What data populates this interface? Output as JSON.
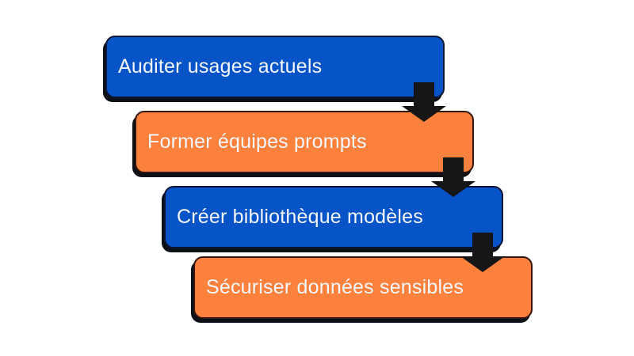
{
  "diagram": {
    "type": "step-down-process",
    "background_color": "#FFFFFF",
    "text_color": "#F4F7FB",
    "arrow_color": "#161616",
    "shadow_color": "#0D1117",
    "steps": [
      {
        "label": "Auditer usages actuels",
        "fill": "#0754C8",
        "border": "#0A1433"
      },
      {
        "label": "Former équipes prompts",
        "fill": "#FC813D",
        "border": "#33150A"
      },
      {
        "label": "Créer bibliothèque modèles",
        "fill": "#0754C8",
        "border": "#0A1433"
      },
      {
        "label": "Sécuriser données sensibles",
        "fill": "#FC813D",
        "border": "#33150A"
      }
    ]
  }
}
